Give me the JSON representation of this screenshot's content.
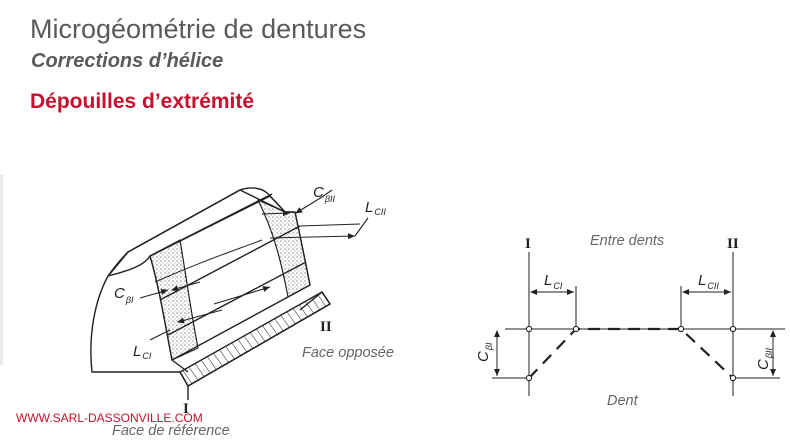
{
  "header": {
    "title": "Microgéométrie de dentures",
    "subtitle": "Corrections d’hélice",
    "section_title": "Dépouilles d’extrémité"
  },
  "gear_view": {
    "label_c_b1": {
      "main": "C",
      "sub": "βI"
    },
    "label_c_b2": {
      "main": "C",
      "sub": "βII"
    },
    "label_l_c1": {
      "main": "L",
      "sub": "CI"
    },
    "label_l_c2": {
      "main": "L",
      "sub": "CII"
    },
    "roman_one": "I",
    "roman_two": "II",
    "face_opposee": "Face opposée",
    "face_reference": "Face de référence"
  },
  "profile_view": {
    "roman_one": "I",
    "roman_two": "II",
    "entre_dents": "Entre dents",
    "dent": "Dent",
    "label_l_c1": {
      "main": "L",
      "sub": "CI"
    },
    "label_l_c2": {
      "main": "L",
      "sub": "CII"
    },
    "label_c_b1": {
      "main": "C",
      "sub": "βI"
    },
    "label_c_b2": {
      "main": "C",
      "sub": "βII"
    }
  },
  "footer": {
    "watermark": "WWW.SARL-DASSONVILLE.COM"
  },
  "colors": {
    "title_gray": "#5a5a5a",
    "accent_red": "#c8102e",
    "line": "#222222"
  }
}
